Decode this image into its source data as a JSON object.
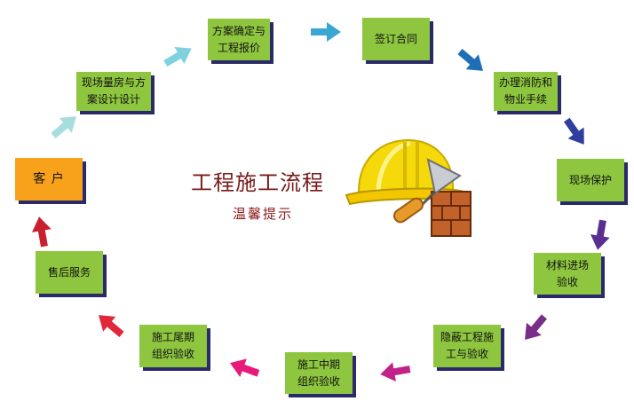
{
  "diagram": {
    "title": "工程施工流程",
    "subtitle": "温馨提示",
    "steps": [
      {
        "label": "客  户"
      },
      {
        "label": "现场量房与方\n案设计设计"
      },
      {
        "label": "方案确定与\n工程报价"
      },
      {
        "label": "签订合同"
      },
      {
        "label": "办理消防和\n物业手续"
      },
      {
        "label": "现场保护"
      },
      {
        "label": "材料进场\n验收"
      },
      {
        "label": "隐蔽工程施\n工与验收"
      },
      {
        "label": "施工中期\n组织验收"
      },
      {
        "label": "施工尾期\n组织验收"
      },
      {
        "label": "售后服务"
      }
    ],
    "colors": {
      "step_box": "#8ec63f",
      "start_box": "#f7a21a",
      "box_shadow": "#2a2a6a",
      "title_text": "#7a1a1a"
    },
    "arrow_colors": [
      "#a8dde0",
      "#7fd1de",
      "#3aa6d4",
      "#1f6fb8",
      "#2e3f9e",
      "#5b2f8f",
      "#7a2e8a",
      "#c02288",
      "#e8197a",
      "#e0283a",
      "#c8202e"
    ],
    "illustration": "hard-hat-trowel-brick-icon"
  }
}
